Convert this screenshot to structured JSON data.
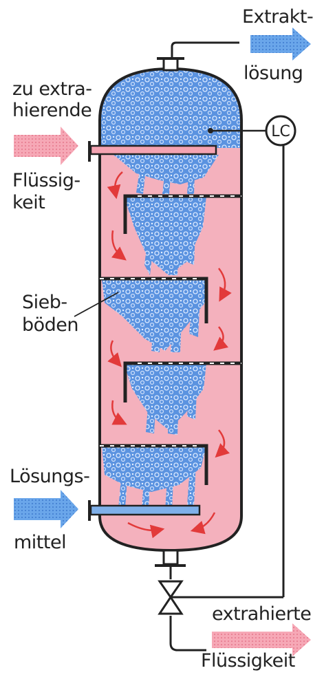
{
  "labels": {
    "extrakt_line1": "Extrakt-",
    "extrakt_line2": "lösung",
    "feed_line1": "zu extra-",
    "feed_line2": "hierende",
    "feed_line3": "Flüssig-",
    "feed_line4": "keit",
    "siebboeden_line1": "Sieb-",
    "siebboeden_line2": "böden",
    "solvent_line1": "Lösungs-",
    "solvent_line2": "mittel",
    "raffinate_line1": "extrahierte",
    "raffinate_line2": "Flüssigkeit",
    "controller": "LC"
  },
  "colors": {
    "light_phase": "#5b93e0",
    "heavy_phase": "#f4b1bd",
    "outline": "#222222",
    "flow_arrow": "#e23a3a"
  },
  "arrows": {
    "feed_arrow": "pink-right-arrow",
    "solvent_arrow": "blue-right-arrow",
    "extract_arrow": "blue-right-arrow",
    "raffinate_arrow": "pink-right-arrow"
  }
}
